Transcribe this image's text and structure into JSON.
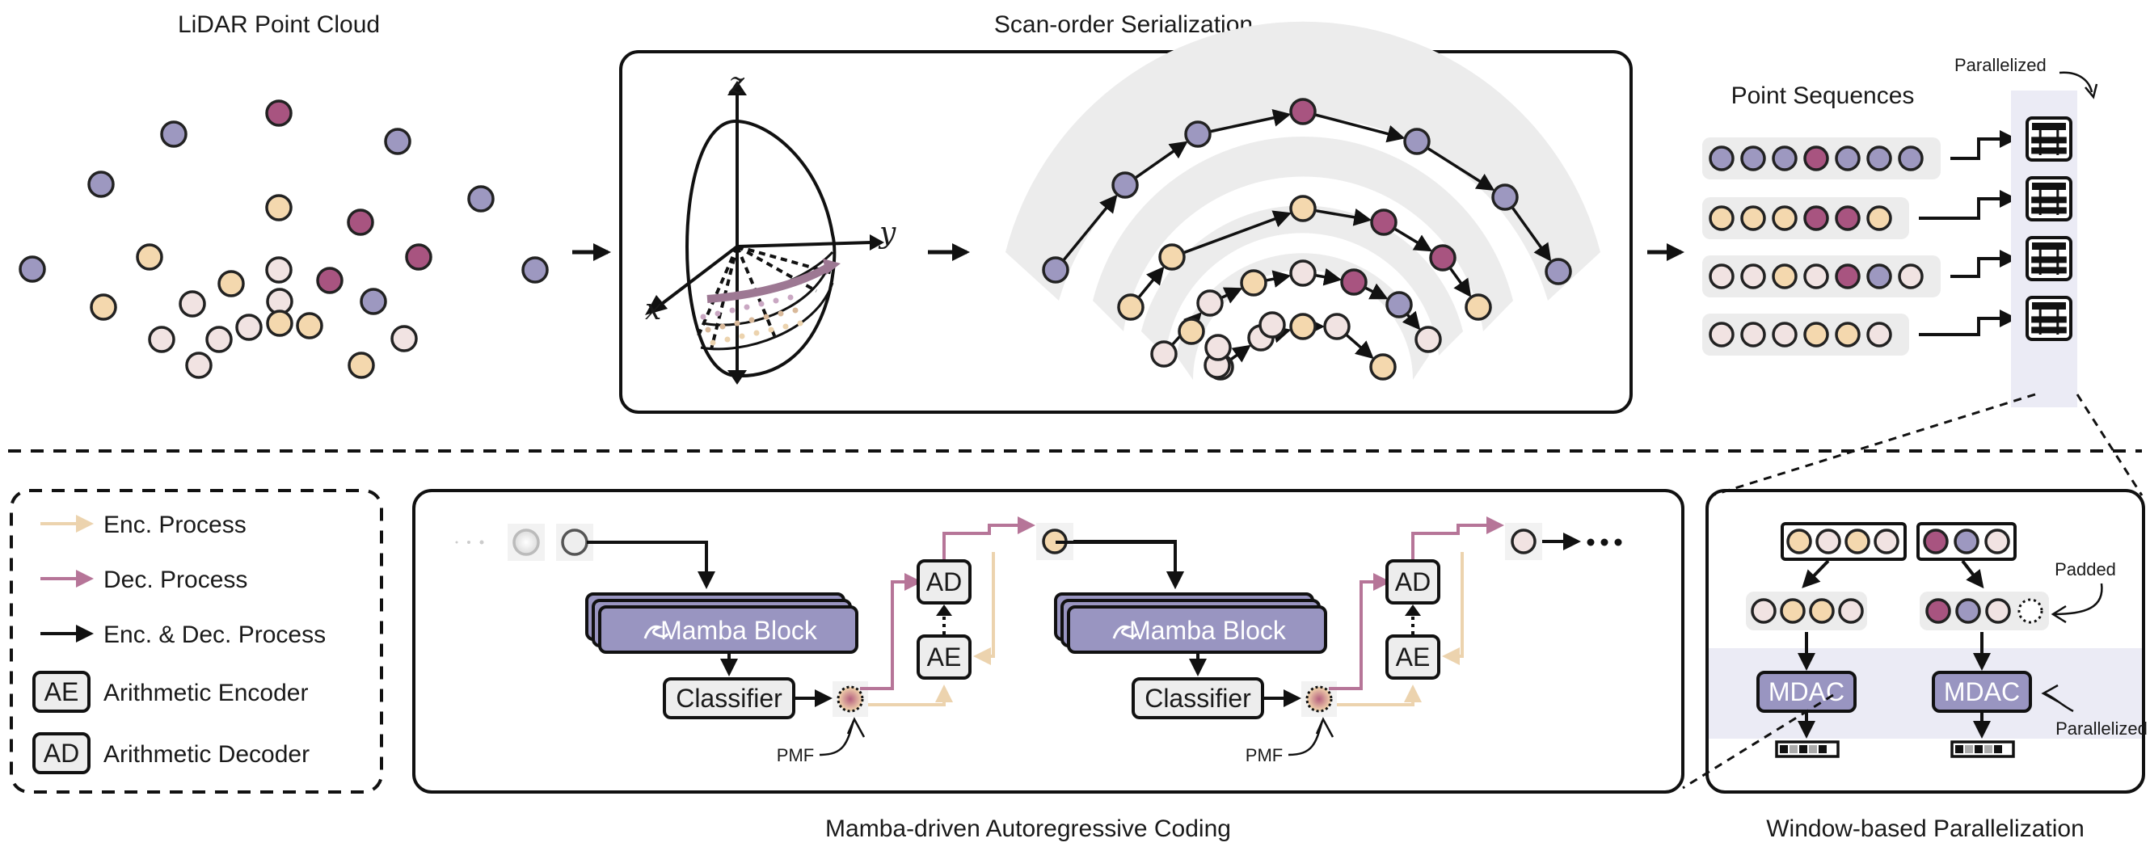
{
  "titles": {
    "lidar": "LiDAR Point Cloud",
    "scan": "Scan-order Serialization",
    "sequences": "Point Sequences",
    "mamba": "Mamba-driven Autoregressive Coding",
    "window": "Window-based Parallelization"
  },
  "labels": {
    "parallelized_top": "Parallelized",
    "parallelized_bottom": "Parallelized",
    "padded": "Padded",
    "pmf_1": "PMF",
    "pmf_2": "PMF",
    "mamba_block_1": "Mamba Block",
    "mamba_block_2": "Mamba Block",
    "classifier_1": "Classifier",
    "classifier_2": "Classifier",
    "ad_1": "AD",
    "ae_1": "AE",
    "ad_2": "AD",
    "ae_2": "AE",
    "mdac_1": "MDAC",
    "mdac_2": "MDAC",
    "axis_x": "x",
    "axis_y": "y",
    "axis_z": "z"
  },
  "legend": {
    "items": [
      {
        "kind": "arrow",
        "color": "#ecd3ae",
        "label": "Enc. Process"
      },
      {
        "kind": "arrow",
        "color": "#b67598",
        "label": "Dec. Process"
      },
      {
        "kind": "arrow",
        "color": "#111111",
        "label": "Enc. & Dec. Process"
      },
      {
        "kind": "box",
        "abbr": "AE",
        "label": "Arithmetic Encoder"
      },
      {
        "kind": "box",
        "abbr": "AD",
        "label": "Arithmetic Decoder"
      }
    ]
  },
  "colors": {
    "purple": "#9d98c0",
    "magenta": "#a85480",
    "peach": "#f4d8ae",
    "light": "#f1e3e2",
    "block": "#9995c1",
    "enc_arrow": "#ecd3ae",
    "dec_arrow": "#b67598",
    "panel_gray": "#ededed"
  }
}
